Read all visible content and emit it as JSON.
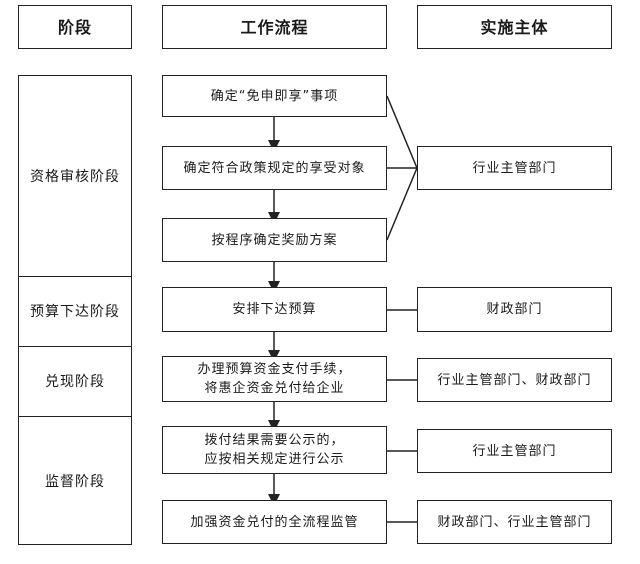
{
  "headers": {
    "stage": "阶段",
    "process": "工作流程",
    "entity": "实施主体"
  },
  "stages": [
    {
      "label": "资格审核阶段"
    },
    {
      "label": "预算下达阶段"
    },
    {
      "label": "兑现阶段"
    },
    {
      "label": "监督阶段"
    }
  ],
  "steps": [
    {
      "text": "确定“免申即享”事项"
    },
    {
      "text": "确定符合政策规定的享受对象"
    },
    {
      "text": "按程序确定奖励方案"
    },
    {
      "text": "安排下达预算"
    },
    {
      "text": "办理预算资金支付手续，\n将惠企资金兑付给企业"
    },
    {
      "text": "拨付结果需要公示的，\n应按相关规定进行公示"
    },
    {
      "text": "加强资金兑付的全流程监管"
    }
  ],
  "entities": [
    {
      "text": "行业主管部门"
    },
    {
      "text": "财政部门"
    },
    {
      "text": "行业主管部门、财政部门"
    },
    {
      "text": "行业主管部门"
    },
    {
      "text": "财政部门、行业主管部门"
    }
  ]
}
